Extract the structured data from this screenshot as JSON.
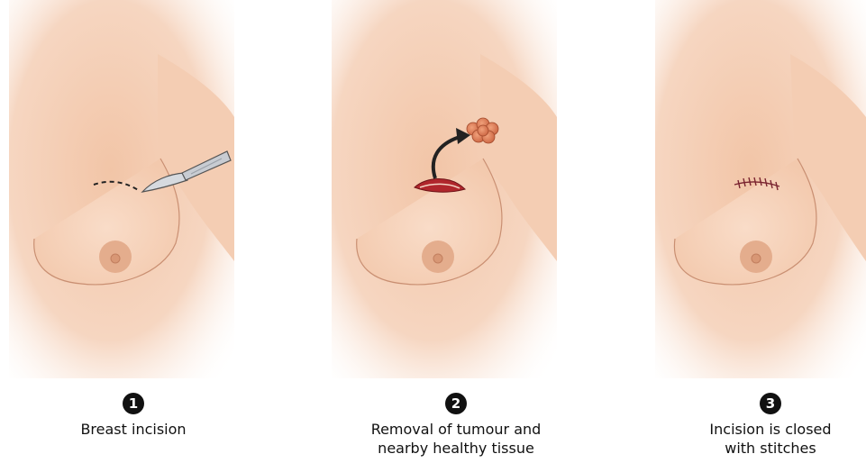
{
  "steps": [
    {
      "number": "1",
      "caption": [
        "Breast incision"
      ]
    },
    {
      "number": "2",
      "caption": [
        "Removal of tumour and",
        "nearby healthy tissue"
      ]
    },
    {
      "number": "3",
      "caption": [
        "Incision is closed",
        "with stitches"
      ]
    }
  ],
  "colors": {
    "skin_light": "#fbe6d8",
    "skin": "#f3c9ad",
    "skin_shadow": "#e2a98a",
    "areola": "#e4ad8d",
    "wound": "#b0262c",
    "tumour": "#d9774f",
    "stitch": "#7a2430",
    "scalpel": "#c8ccd2",
    "outline": "#8a5a45"
  }
}
